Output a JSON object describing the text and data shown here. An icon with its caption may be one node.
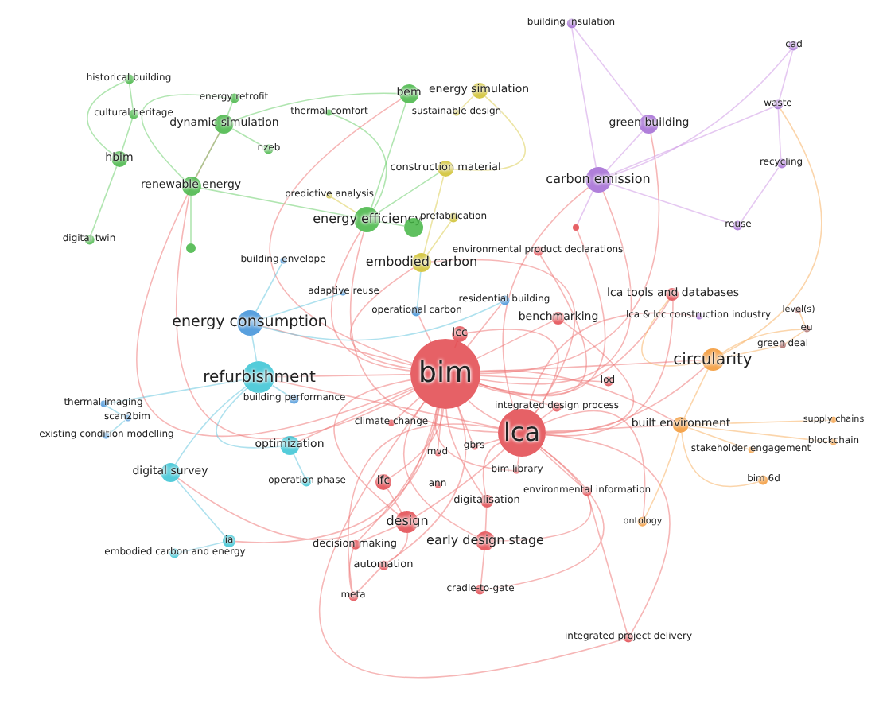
{
  "diagram": {
    "nodes": [
      {
        "text": [
          "historical building"
        ]
      },
      {
        "text": [
          "cultural heritage"
        ]
      },
      {
        "text": [
          "dynamic simulation"
        ]
      },
      {
        "text": [
          "energy retrofit"
        ]
      },
      {
        "text": [
          "thermal comfort"
        ]
      },
      {
        "text": [
          "nzeb"
        ]
      },
      {
        "text": [
          "hbim"
        ]
      },
      {
        "text": [
          "renewable energy"
        ]
      },
      {
        "text": [
          "digital twin"
        ]
      },
      {
        "text": [],
        "shape": "circle"
      },
      {
        "text": [
          "bem"
        ]
      },
      {
        "text": [
          "energy efficiency"
        ]
      },
      {
        "text": [],
        "shape": "circle"
      },
      {
        "text": [
          "energy simulation"
        ]
      },
      {
        "text": [
          "sustainable design"
        ]
      },
      {
        "text": [
          "construction material"
        ]
      },
      {
        "text": [
          "predictive analysis"
        ]
      },
      {
        "text": [
          "prefabrication"
        ]
      },
      {
        "text": [
          "embodied carbon"
        ]
      },
      {
        "text": [
          "building insulation"
        ]
      },
      {
        "text": [
          "cad"
        ]
      },
      {
        "text": [
          "green building"
        ]
      },
      {
        "text": [
          "carbon emission"
        ]
      },
      {
        "text": [
          "waste"
        ]
      },
      {
        "text": [
          "recycling"
        ]
      },
      {
        "text": [
          "reuse"
        ]
      },
      {
        "text": [],
        "shape": "circle"
      },
      {
        "text": [
          "building envelope"
        ]
      },
      {
        "text": [
          "adaptive reuse"
        ]
      },
      {
        "text": [
          "operational carbon"
        ]
      },
      {
        "text": [
          "residential building"
        ]
      },
      {
        "text": [
          "environmental product declarations"
        ]
      },
      {
        "text": [
          "energy consumption"
        ]
      },
      {
        "text": [
          "refurbishment"
        ]
      },
      {
        "text": [
          "building performance"
        ]
      },
      {
        "text": [
          "thermal imaging"
        ]
      },
      {
        "text": [
          "scan2bim"
        ]
      },
      {
        "text": [
          "existing condition modelling"
        ]
      },
      {
        "text": [
          "optimization"
        ]
      },
      {
        "text": [
          "digital survey"
        ]
      },
      {
        "text": [
          "operation phase"
        ]
      },
      {
        "text": [
          "ia"
        ]
      },
      {
        "text": [
          "embodied carbon and energy"
        ]
      },
      {
        "text": [
          "bim"
        ]
      },
      {
        "text": [
          "lcc"
        ]
      },
      {
        "text": [
          "benchmarking"
        ]
      },
      {
        "text": [
          "lca tools and databases"
        ]
      },
      {
        "text": [
          "lca & lcc construction industry"
        ]
      },
      {
        "text": [
          "lod"
        ]
      },
      {
        "text": [
          "integrated design process"
        ]
      },
      {
        "text": [
          "lca"
        ]
      },
      {
        "text": [
          "climate change"
        ]
      },
      {
        "text": [
          "gbrs"
        ]
      },
      {
        "text": [
          "bim library"
        ]
      },
      {
        "text": [
          "ifc"
        ]
      },
      {
        "text": [
          "mvd"
        ]
      },
      {
        "text": [
          "ann"
        ]
      },
      {
        "text": [
          "digitalisation"
        ]
      },
      {
        "text": [
          "environmental information"
        ]
      },
      {
        "text": [
          "design"
        ]
      },
      {
        "text": [
          "decision making"
        ]
      },
      {
        "text": [
          "early design stage"
        ]
      },
      {
        "text": [
          "automation"
        ]
      },
      {
        "text": [
          "meta"
        ]
      },
      {
        "text": [
          "cradle-to-gate"
        ]
      },
      {
        "text": [
          "integrated project delivery"
        ]
      },
      {
        "text": [
          "circularity"
        ]
      },
      {
        "text": [
          "built environment"
        ]
      },
      {
        "text": [
          "supply chains"
        ]
      },
      {
        "text": [
          "blockchain"
        ]
      },
      {
        "text": [
          "stakeholder engagement"
        ]
      },
      {
        "text": [
          "bim 6d"
        ]
      },
      {
        "text": [
          "ontology"
        ]
      },
      {
        "text": [
          "eu"
        ]
      },
      {
        "text": [
          "green deal"
        ]
      },
      {
        "text": [
          "level(s)"
        ]
      }
    ],
    "edges": [
      {
        "from": 43,
        "to": 44,
        "arrow": "none"
      },
      {
        "from": 43,
        "to": 45,
        "arrow": "none"
      },
      {
        "from": 43,
        "to": 46,
        "arrow": "none"
      },
      {
        "from": 43,
        "to": 48,
        "arrow": "none"
      },
      {
        "from": 43,
        "to": 49,
        "arrow": "none"
      },
      {
        "from": 43,
        "to": 50,
        "arrow": "none"
      },
      {
        "from": 43,
        "to": 51,
        "arrow": "none"
      },
      {
        "from": 43,
        "to": 52,
        "arrow": "none"
      },
      {
        "from": 43,
        "to": 53,
        "arrow": "none"
      },
      {
        "from": 43,
        "to": 54,
        "arrow": "none"
      },
      {
        "from": 43,
        "to": 55,
        "arrow": "none"
      },
      {
        "from": 43,
        "to": 57,
        "arrow": "none"
      },
      {
        "from": 43,
        "to": 59,
        "arrow": "none"
      },
      {
        "from": 43,
        "to": 61,
        "arrow": "none"
      },
      {
        "from": 43,
        "to": 66,
        "arrow": "none"
      },
      {
        "from": 43,
        "to": 67,
        "arrow": "none"
      },
      {
        "from": 43,
        "to": 11,
        "arrow": "none"
      },
      {
        "from": 43,
        "to": 18,
        "arrow": "none"
      },
      {
        "from": 43,
        "to": 22,
        "arrow": "none"
      },
      {
        "from": 43,
        "to": 32,
        "arrow": "none"
      },
      {
        "from": 43,
        "to": 33,
        "arrow": "none"
      },
      {
        "from": 43,
        "to": 38,
        "arrow": "none"
      },
      {
        "from": 43,
        "to": 39,
        "arrow": "none"
      },
      {
        "from": 43,
        "to": 10,
        "arrow": "none"
      },
      {
        "from": 43,
        "to": 29,
        "arrow": "none"
      },
      {
        "from": 43,
        "to": 30,
        "arrow": "none"
      },
      {
        "from": 43,
        "to": 31,
        "arrow": "none"
      },
      {
        "from": 43,
        "to": 2,
        "arrow": "none"
      },
      {
        "from": 43,
        "to": 7,
        "arrow": "none"
      },
      {
        "from": 43,
        "to": 21,
        "arrow": "none"
      },
      {
        "from": 43,
        "to": 60,
        "arrow": "none"
      },
      {
        "from": 43,
        "to": 62,
        "arrow": "none"
      },
      {
        "from": 43,
        "to": 65,
        "arrow": "none"
      },
      {
        "from": 43,
        "to": 41,
        "arrow": "none"
      },
      {
        "from": 43,
        "to": 26,
        "arrow": "none"
      },
      {
        "from": 50,
        "to": 44,
        "arrow": "none"
      },
      {
        "from": 50,
        "to": 45,
        "arrow": "none"
      },
      {
        "from": 50,
        "to": 46,
        "arrow": "none"
      },
      {
        "from": 50,
        "to": 47,
        "arrow": "none"
      },
      {
        "from": 50,
        "to": 49,
        "arrow": "none"
      },
      {
        "from": 50,
        "to": 52,
        "arrow": "none"
      },
      {
        "from": 50,
        "to": 53,
        "arrow": "none"
      },
      {
        "from": 50,
        "to": 57,
        "arrow": "none"
      },
      {
        "from": 50,
        "to": 58,
        "arrow": "none"
      },
      {
        "from": 50,
        "to": 59,
        "arrow": "none"
      },
      {
        "from": 50,
        "to": 61,
        "arrow": "none"
      },
      {
        "from": 50,
        "to": 64,
        "arrow": "none"
      },
      {
        "from": 50,
        "to": 66,
        "arrow": "none"
      },
      {
        "from": 50,
        "to": 67,
        "arrow": "none"
      },
      {
        "from": 50,
        "to": 72,
        "arrow": "none"
      },
      {
        "from": 50,
        "to": 22,
        "arrow": "none"
      },
      {
        "from": 50,
        "to": 18,
        "arrow": "none"
      },
      {
        "from": 50,
        "to": 11,
        "arrow": "none"
      },
      {
        "from": 50,
        "to": 33,
        "arrow": "none"
      },
      {
        "from": 50,
        "to": 65,
        "arrow": "none"
      },
      {
        "from": 50,
        "to": 63,
        "arrow": "none"
      },
      {
        "from": 59,
        "to": 60,
        "arrow": "none"
      },
      {
        "from": 59,
        "to": 62,
        "arrow": "none"
      },
      {
        "from": 62,
        "to": 63,
        "arrow": "none"
      },
      {
        "from": 60,
        "to": 63,
        "arrow": "none"
      },
      {
        "from": 61,
        "to": 64,
        "arrow": "none"
      },
      {
        "from": 57,
        "to": 61,
        "arrow": "none"
      },
      {
        "from": 54,
        "to": 59,
        "arrow": "none"
      },
      {
        "from": 58,
        "to": 65,
        "arrow": "none"
      },
      {
        "from": 0,
        "to": 1,
        "arrow": "none",
        "color": "#6fcf6f"
      },
      {
        "from": 0,
        "to": 6,
        "arrow": "none",
        "color": "#6fcf6f"
      },
      {
        "from": 1,
        "to": 6,
        "arrow": "none",
        "color": "#6fcf6f"
      },
      {
        "from": 2,
        "to": 3,
        "arrow": "none",
        "color": "#6fcf6f"
      },
      {
        "from": 2,
        "to": 7,
        "arrow": "none",
        "color": "#6fcf6f"
      },
      {
        "from": 2,
        "to": 5,
        "arrow": "none",
        "color": "#6fcf6f"
      },
      {
        "from": 2,
        "to": 10,
        "arrow": "none",
        "color": "#6fcf6f"
      },
      {
        "from": 7,
        "to": 11,
        "arrow": "none",
        "color": "#6fcf6f"
      },
      {
        "from": 6,
        "to": 8,
        "arrow": "none",
        "color": "#6fcf6f"
      },
      {
        "from": 3,
        "to": 7,
        "arrow": "none",
        "color": "#6fcf6f"
      },
      {
        "from": 4,
        "to": 11,
        "arrow": "none",
        "color": "#6fcf6f"
      },
      {
        "from": 9,
        "to": 7,
        "arrow": "none",
        "color": "#6fcf6f"
      },
      {
        "from": 11,
        "to": 10,
        "arrow": "none",
        "color": "#6fcf6f"
      },
      {
        "from": 11,
        "to": 15,
        "arrow": "none",
        "color": "#6fcf6f"
      },
      {
        "from": 12,
        "to": 11,
        "arrow": "none",
        "color": "#6fcf6f"
      },
      {
        "from": 13,
        "to": 15,
        "arrow": "none",
        "color": "#dccd55"
      },
      {
        "from": 14,
        "to": 13,
        "arrow": "none",
        "color": "#dccd55"
      },
      {
        "from": 15,
        "to": 18,
        "arrow": "none",
        "color": "#dccd55"
      },
      {
        "from": 17,
        "to": 18,
        "arrow": "none",
        "color": "#dccd55"
      },
      {
        "from": 16,
        "to": 11,
        "arrow": "none",
        "color": "#dccd55"
      },
      {
        "from": 21,
        "to": 22,
        "arrow": "none",
        "color": "#cf9be6"
      },
      {
        "from": 19,
        "to": 21,
        "arrow": "none",
        "color": "#cf9be6"
      },
      {
        "from": 19,
        "to": 22,
        "arrow": "none",
        "color": "#cf9be6"
      },
      {
        "from": 20,
        "to": 23,
        "arrow": "none",
        "color": "#cf9be6"
      },
      {
        "from": 23,
        "to": 24,
        "arrow": "none",
        "color": "#cf9be6"
      },
      {
        "from": 24,
        "to": 25,
        "arrow": "none",
        "color": "#cf9be6"
      },
      {
        "from": 22,
        "to": 25,
        "arrow": "none",
        "color": "#cf9be6"
      },
      {
        "from": 22,
        "to": 23,
        "arrow": "none",
        "color": "#cf9be6"
      },
      {
        "from": 22,
        "to": 20,
        "arrow": "none",
        "color": "#cf9be6"
      },
      {
        "from": 26,
        "to": 22,
        "arrow": "none",
        "color": "#cf9be6"
      },
      {
        "from": 32,
        "to": 33,
        "arrow": "none",
        "color": "#6cc8e0"
      },
      {
        "from": 27,
        "to": 32,
        "arrow": "none",
        "color": "#6cc8e0"
      },
      {
        "from": 28,
        "to": 32,
        "arrow": "none",
        "color": "#6cc8e0"
      },
      {
        "from": 33,
        "to": 34,
        "arrow": "none",
        "color": "#6cc8e0"
      },
      {
        "from": 33,
        "to": 35,
        "arrow": "none",
        "color": "#6cc8e0"
      },
      {
        "from": 35,
        "to": 36,
        "arrow": "none",
        "color": "#6cc8e0"
      },
      {
        "from": 36,
        "to": 37,
        "arrow": "none",
        "color": "#6cc8e0"
      },
      {
        "from": 33,
        "to": 39,
        "arrow": "none",
        "color": "#6cc8e0"
      },
      {
        "from": 38,
        "to": 33,
        "arrow": "none",
        "color": "#6cc8e0"
      },
      {
        "from": 39,
        "to": 41,
        "arrow": "none",
        "color": "#6cc8e0"
      },
      {
        "from": 41,
        "to": 42,
        "arrow": "none",
        "color": "#6cc8e0"
      },
      {
        "from": 40,
        "to": 38,
        "arrow": "none",
        "color": "#6cc8e0"
      },
      {
        "from": 29,
        "to": 18,
        "arrow": "none",
        "color": "#6cc8e0"
      },
      {
        "from": 30,
        "to": 32,
        "arrow": "none",
        "color": "#6cc8e0"
      },
      {
        "from": 66,
        "to": 67,
        "arrow": "none",
        "color": "#f7b266"
      },
      {
        "from": 67,
        "to": 68,
        "arrow": "none",
        "color": "#f7b266"
      },
      {
        "from": 67,
        "to": 69,
        "arrow": "none",
        "color": "#f7b266"
      },
      {
        "from": 67,
        "to": 70,
        "arrow": "none",
        "color": "#f7b266"
      },
      {
        "from": 67,
        "to": 71,
        "arrow": "none",
        "color": "#f7b266"
      },
      {
        "from": 67,
        "to": 72,
        "arrow": "none",
        "color": "#f7b266"
      },
      {
        "from": 66,
        "to": 73,
        "arrow": "none",
        "color": "#f7b266"
      },
      {
        "from": 73,
        "to": 74,
        "arrow": "none",
        "color": "#f7b266"
      },
      {
        "from": 75,
        "to": 73,
        "arrow": "none",
        "color": "#f7b266"
      },
      {
        "from": 66,
        "to": 74,
        "arrow": "none",
        "color": "#f7b266"
      },
      {
        "from": 66,
        "to": 46,
        "arrow": "none",
        "color": "#f7b266"
      },
      {
        "from": 66,
        "to": 23,
        "arrow": "none",
        "color": "#f7b266"
      }
    ]
  }
}
